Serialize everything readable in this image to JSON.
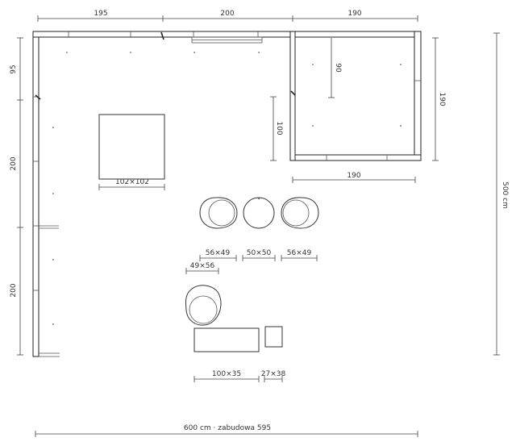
{
  "dimensions": {
    "top_left": "195",
    "top_middle": "200",
    "top_right": "190",
    "left_top": "95",
    "left_middle": "200",
    "left_bottom": "200",
    "right_total": "500 cm",
    "bottom_total": "600 cm · zabudowa 595",
    "booth_height": "190",
    "booth_depth_inner": "90",
    "booth_width_bottom": "190",
    "partition": "100"
  },
  "furniture": {
    "table": "102×102",
    "chair_left": "56×49",
    "stool": "50×50",
    "chair_right": "56×49",
    "armchair": "49×56",
    "counter": "100×35",
    "side_cabinet": "27×38"
  }
}
